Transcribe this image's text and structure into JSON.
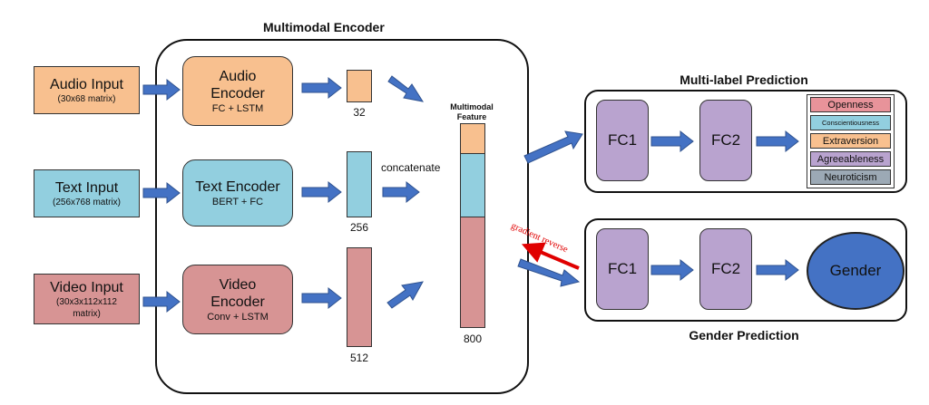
{
  "encoder": {
    "title": "Multimodal Encoder",
    "inputs": {
      "audio": {
        "title": "Audio Input",
        "sub": "(30x68 matrix)"
      },
      "text": {
        "title": "Text Input",
        "sub": "(256x768 matrix)"
      },
      "video": {
        "title": "Video Input",
        "sub": "(30x3x112x112 matrix)"
      }
    },
    "encoders": {
      "audio": {
        "title": "Audio Encoder",
        "sub": "FC + LSTM"
      },
      "text": {
        "title": "Text Encoder",
        "sub": "BERT + FC"
      },
      "video": {
        "title": "Video Encoder",
        "sub": "Conv + LSTM"
      }
    },
    "vectors": {
      "audio": "32",
      "text": "256",
      "video": "512"
    },
    "concat_label": "concatenate",
    "feature": {
      "title": "Multimodal Feature",
      "size": "800"
    }
  },
  "multilabel": {
    "title": "Multi-label Prediction",
    "fc1": "FC1",
    "fc2": "FC2",
    "traits": [
      "Openness",
      "Conscientiousness",
      "Extraversion",
      "Agreeableness",
      "Neuroticism"
    ]
  },
  "gender": {
    "title": "Gender Prediction",
    "fc1": "FC1",
    "fc2": "FC2",
    "output": "Gender"
  },
  "gradient_label": "gradient reverse",
  "colors": {
    "audio": "#f8c08f",
    "text": "#92cfdf",
    "video": "#d79494",
    "fc": "#b9a3cf",
    "arrow": "#4472c4",
    "gender": "#4472c4",
    "gradient": "#e00000",
    "openness": "#e8939a",
    "conscientiousness": "#92cfdf",
    "extraversion": "#f8c08f",
    "agreeableness": "#b9a3cf",
    "neuroticism": "#9ca9b5"
  }
}
